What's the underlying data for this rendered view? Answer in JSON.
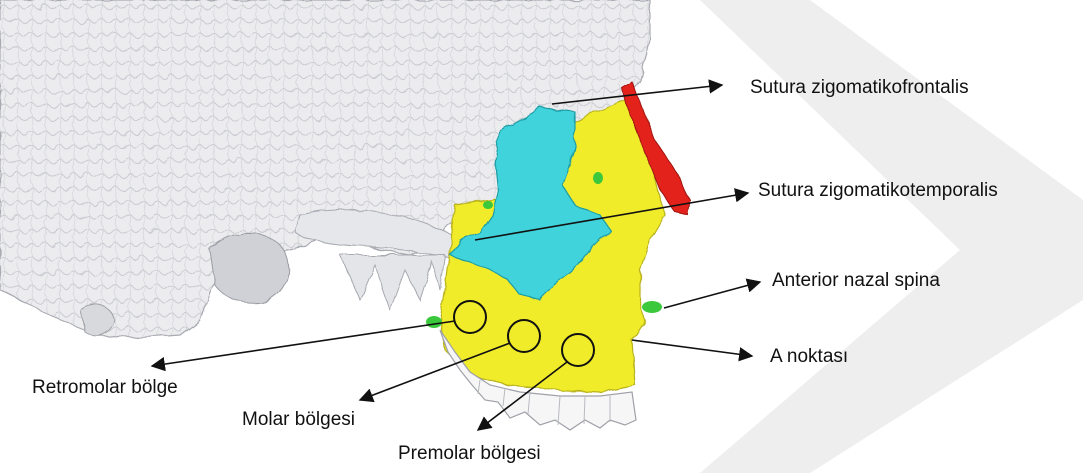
{
  "labels": {
    "zygomaticofrontal": "Sutura zigomatikofrontalis",
    "zygomaticotemporal": "Sutura zigomatikotemporalis",
    "anterior_nasal_spine": "Anterior nazal spina",
    "a_point": "A noktası",
    "retromolar": "Retromolar bölge",
    "molar": "Molar bölgesi",
    "premolar": "Premolar bölgesi"
  },
  "colors": {
    "bone": "#ececee",
    "bone_shadow": "#b9bbc2",
    "zygoma": "#3fd3dc",
    "maxilla": "#f1ec2a",
    "nasal": "#e3201b",
    "graft_marks": "#3cc83c",
    "teeth": "#f6f6f6",
    "arrow": "#111111"
  },
  "watermark": {
    "present": true,
    "color": "#e8e8ea"
  }
}
